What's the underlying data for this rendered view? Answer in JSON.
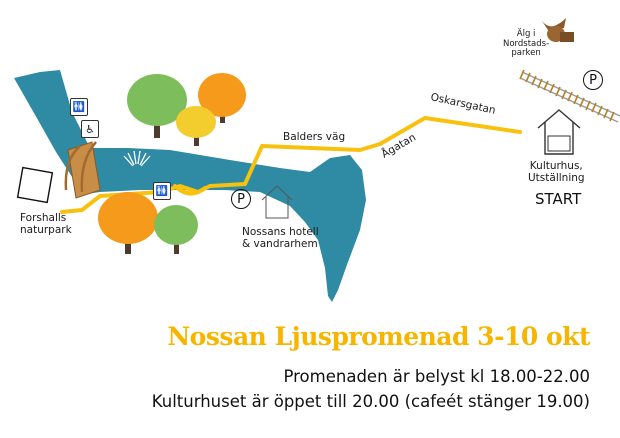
{
  "colors": {
    "river": "#2f8aa3",
    "path": "#f7c10d",
    "title": "#f7b500",
    "text": "#111111",
    "tree_green": "#7dbd5c",
    "tree_orange": "#f59a1a",
    "tree_yellow": "#f3cc2e",
    "trunk": "#4f3b2d",
    "bridge": "#c88d47"
  },
  "title": "Nossan Ljuspromenad  3-10 okt",
  "info": {
    "line1": "Promenaden är belyst kl 18.00-22.00",
    "line2": "Kulturhuset är öppet till 20.00 (cafeét stänger 19.00)"
  },
  "streets": {
    "balders_vag": "Balders väg",
    "agatan": "Ågatan",
    "oskarsgatan": "Oskarsgatan"
  },
  "places": {
    "forshalls": {
      "line1": "Forshalls",
      "line2": "naturpark"
    },
    "hotel": {
      "line1": "Nossans hotell",
      "line2": "& vandrarhem"
    },
    "kulturhus": {
      "line1": "Kulturhus,",
      "line2": "Utställning"
    },
    "moose": {
      "line1": "Älg i",
      "line2": "Nordstads-",
      "line3": "parken"
    }
  },
  "start_label": "START",
  "icons": {
    "parking": "P",
    "toilet": "🚻",
    "accessible": "♿"
  }
}
